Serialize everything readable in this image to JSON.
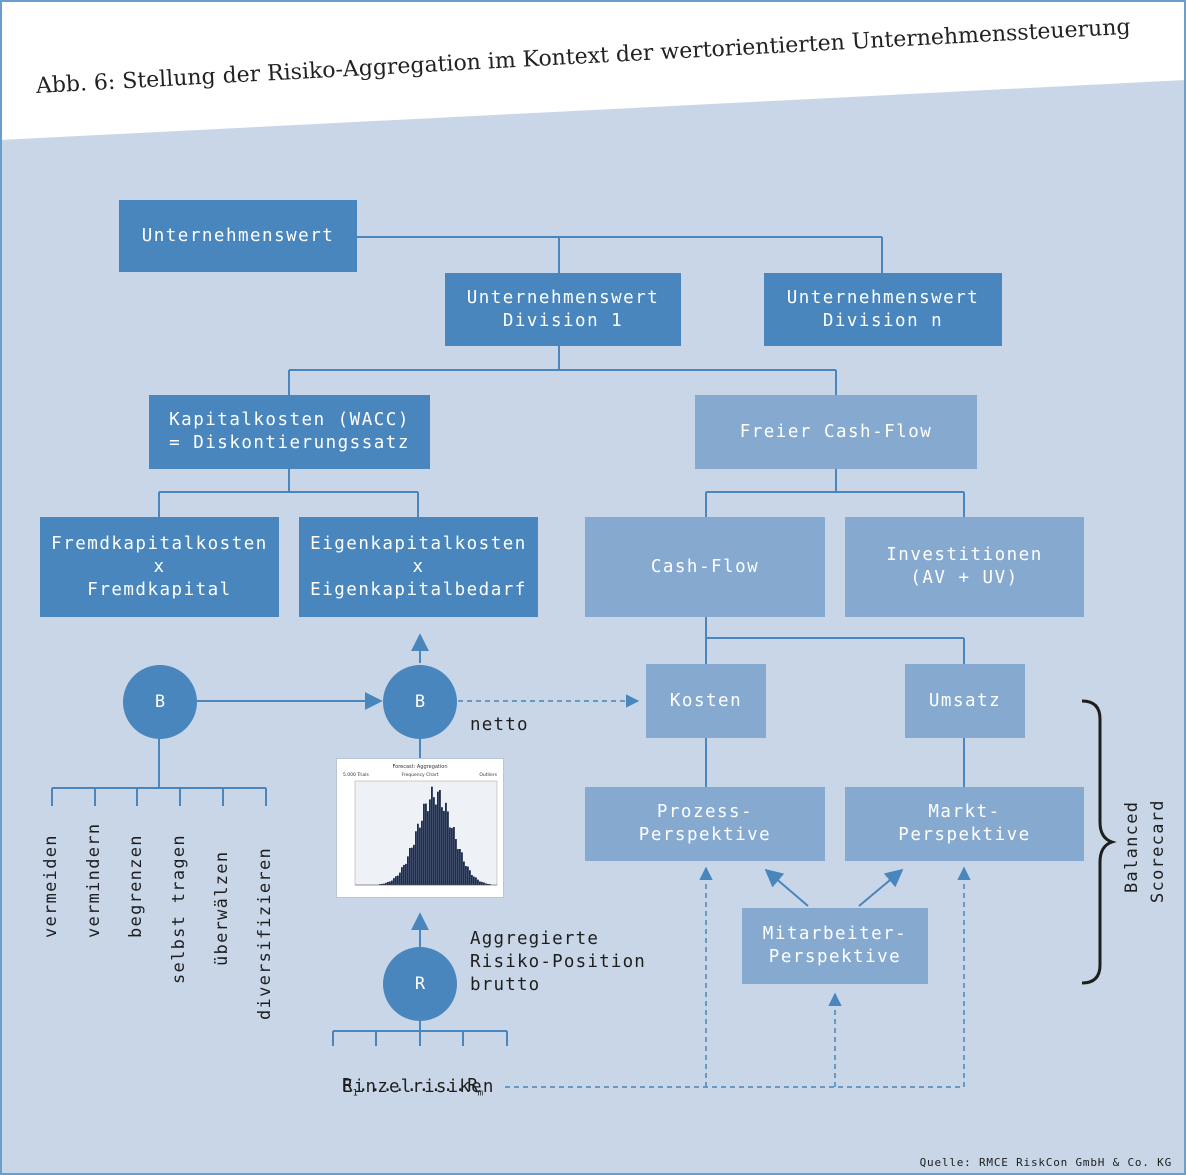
{
  "title": "Abb. 6: Stellung der Risiko-Aggregation im Kontext der wertorientierten Unternehmenssteuerung",
  "colors": {
    "panel": "#c8d6e8",
    "dark_box": "#4886bd",
    "light_box": "#86a9d0",
    "line": "#4886bd",
    "border": "#6a9fcd"
  },
  "boxes": {
    "unternehmenswert": "Unternehmenswert",
    "division_1": "Unternehmenswert\nDivision 1",
    "division_n": "Unternehmenswert\nDivision n",
    "kapitalkosten": "Kapitalkosten (WACC)\n= Diskontierungssatz",
    "freier_cashflow": "Freier Cash-Flow",
    "fremdkapitalkosten": "Fremdkapitalkosten\nx\nFremdkapital",
    "eigenkapitalkosten": "Eigenkapitalkosten\nx\nEigenkapitalbedarf",
    "cashflow": "Cash-Flow",
    "investitionen": "Investitionen\n(AV + UV)",
    "kosten": "Kosten",
    "umsatz": "Umsatz",
    "prozess": "Prozess-\nPerspektive",
    "markt": "Markt-\nPerspektive",
    "mitarbeiter": "Mitarbeiter-\nPerspektive"
  },
  "circles": {
    "b_left": "B",
    "b_center": "B",
    "r": "R"
  },
  "labels": {
    "netto": "netto",
    "aggregierte": "Aggregierte\nRisiko-Position\nbrutto",
    "einzelrisiken": "Einzelrisiken",
    "r_range_first": "R",
    "r_range_first_sub": "1",
    "r_range_dots": ".........",
    "r_range_last": "R",
    "r_range_last_sub": "m",
    "balanced": "Balanced",
    "scorecard": "Scorecard"
  },
  "measures": [
    "vermeiden",
    "vermindern",
    "begrenzen",
    "selbst tragen",
    "überwälzen",
    "diversifizieren"
  ],
  "histogram": {
    "header": "Forecast: Aggregation",
    "left_caption": "5.000 Trials",
    "mid_caption": "Frequency Chart",
    "right_caption": "Outliers"
  },
  "source": "Quelle: RMCE RiskCon GmbH & Co. KG"
}
